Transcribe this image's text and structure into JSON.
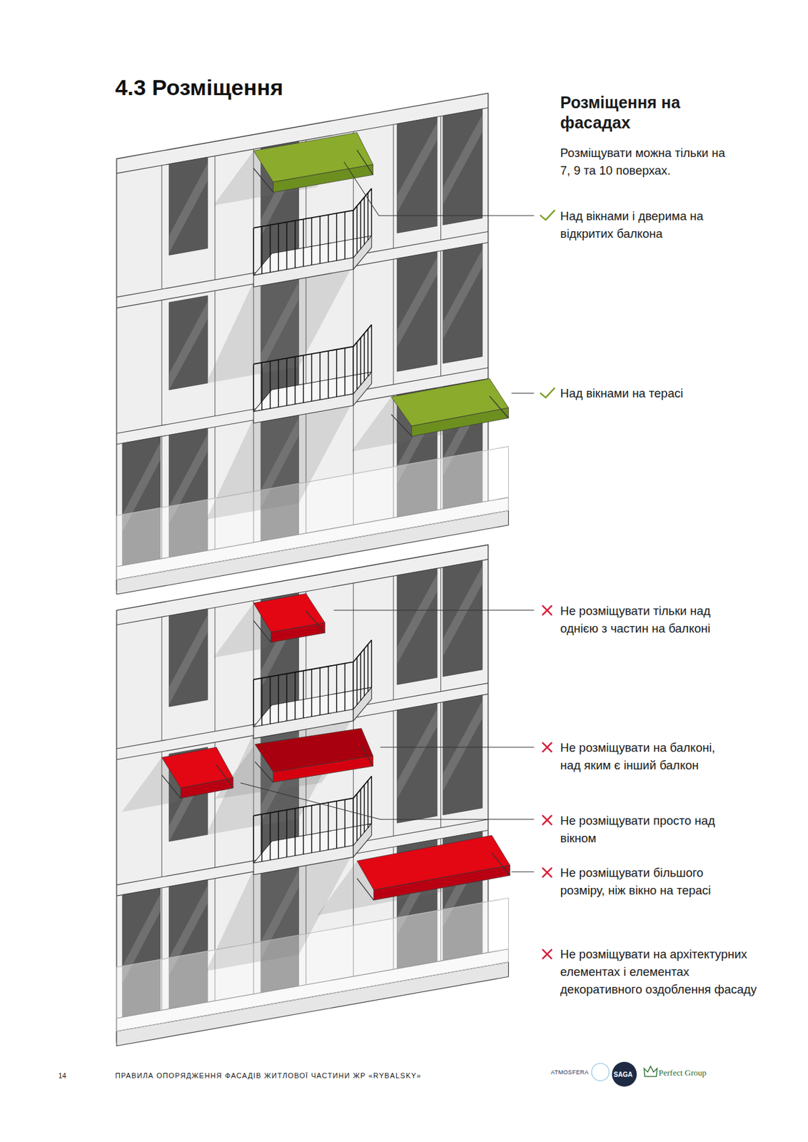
{
  "diagram": {
    "title": "4.3 Розміщення",
    "labels": [
      "Розміщення на фасадах",
      "Розміщувати можна тільки на 7, 9 та 10 поверхах.",
      "Над вікнами і дверима на відкритих балкона",
      "Над вікнами на терасі",
      "Не розміщувати тільки над однією з частин на балконі",
      "Не розміщувати на балконі, над яким є інший балкон",
      "Не розміщувати просто над вікном",
      "Не розміщувати більшого розміру, ніж вікно на терасі",
      "Не розміщувати на архітектурних елементах і елементах декоративного оздоблення фасаду",
      "14",
      "ПРАВИЛА ОПОРЯДЖЕННЯ ФАСАДІВ ЖИТЛОВОЇ ЧАСТИНИ ЖР «RYBALSKY»",
      "ATMOSFERA",
      "SAGA",
      "Perfect Group"
    ]
  }
}
